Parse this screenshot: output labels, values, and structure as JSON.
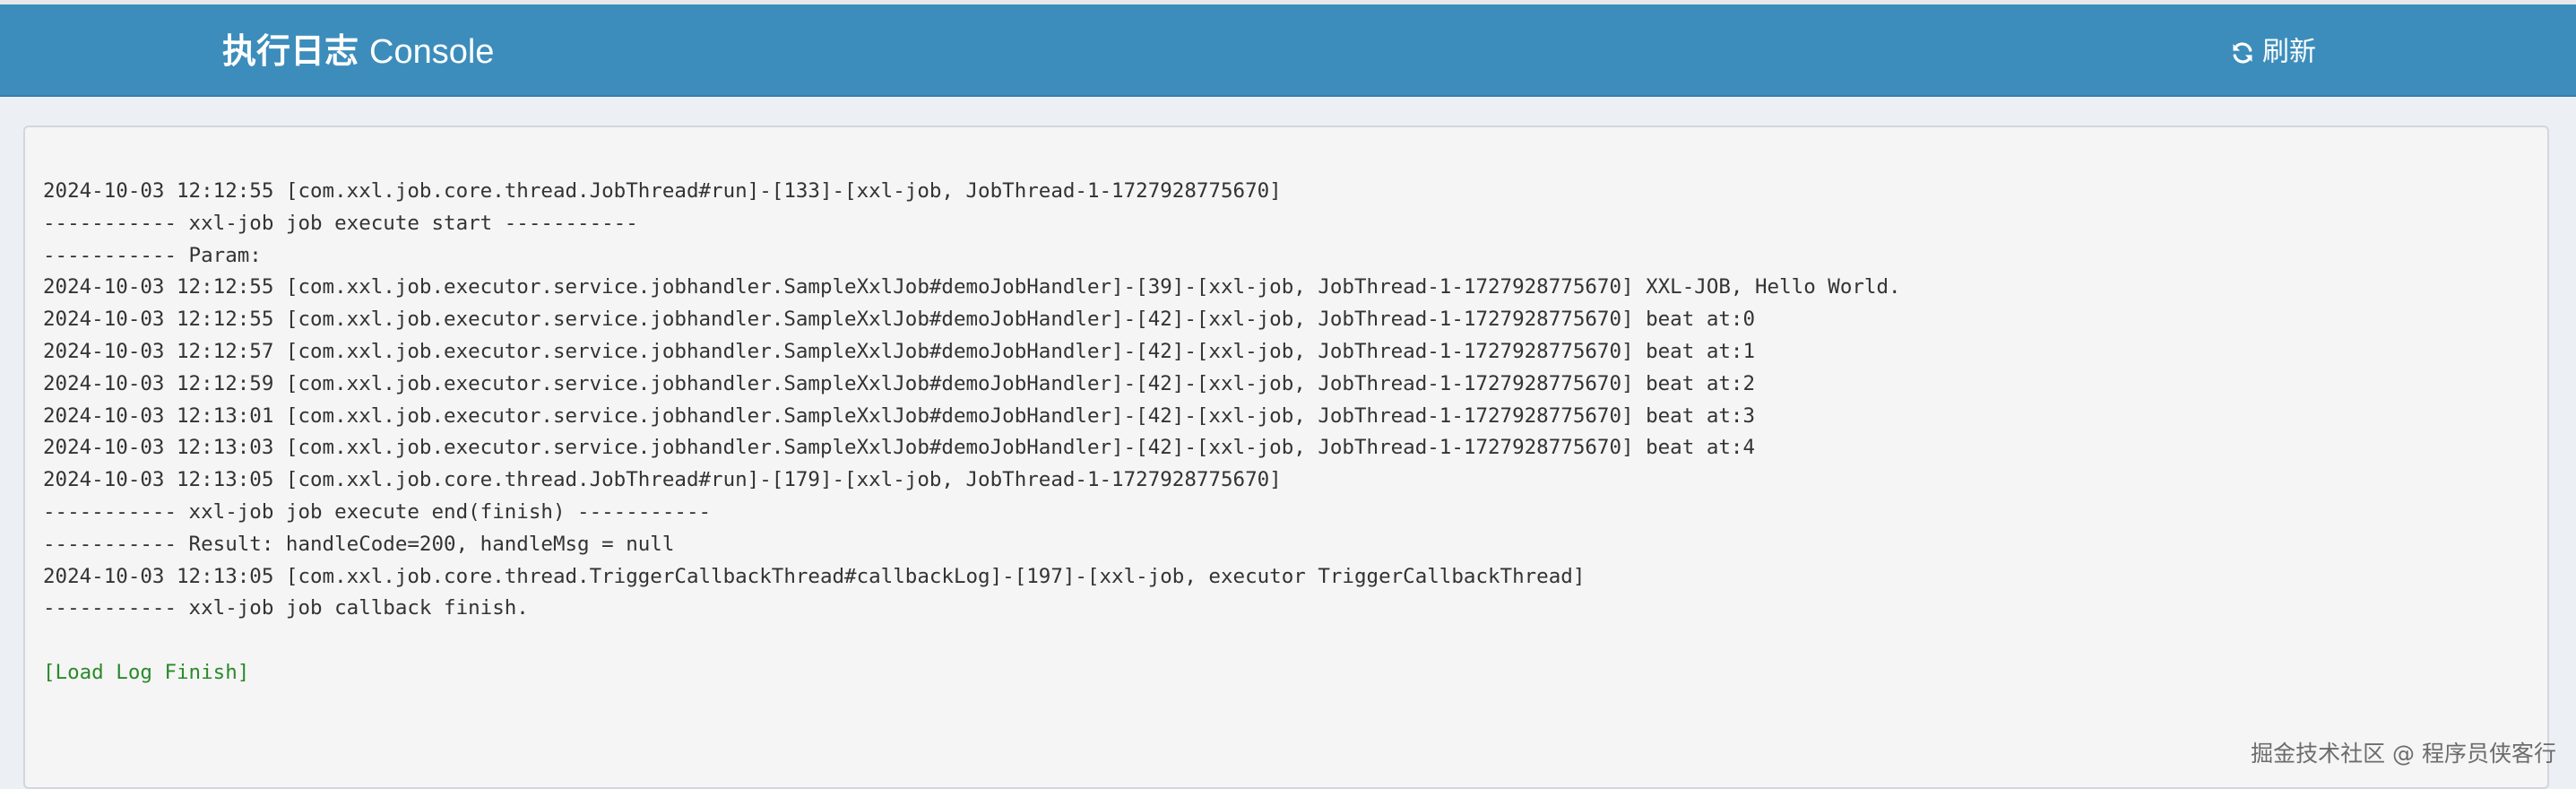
{
  "header": {
    "title_cn": "执行日志",
    "title_en": "Console",
    "refresh_label": "刷新",
    "refresh_icon": "refresh-icon",
    "bg_color": "#3c8dbc"
  },
  "log": {
    "lines": [
      "2024-10-03 12:12:55 [com.xxl.job.core.thread.JobThread#run]-[133]-[xxl-job, JobThread-1-1727928775670]",
      "----------- xxl-job job execute start -----------",
      "----------- Param:",
      "2024-10-03 12:12:55 [com.xxl.job.executor.service.jobhandler.SampleXxlJob#demoJobHandler]-[39]-[xxl-job, JobThread-1-1727928775670] XXL-JOB, Hello World.",
      "2024-10-03 12:12:55 [com.xxl.job.executor.service.jobhandler.SampleXxlJob#demoJobHandler]-[42]-[xxl-job, JobThread-1-1727928775670] beat at:0",
      "2024-10-03 12:12:57 [com.xxl.job.executor.service.jobhandler.SampleXxlJob#demoJobHandler]-[42]-[xxl-job, JobThread-1-1727928775670] beat at:1",
      "2024-10-03 12:12:59 [com.xxl.job.executor.service.jobhandler.SampleXxlJob#demoJobHandler]-[42]-[xxl-job, JobThread-1-1727928775670] beat at:2",
      "2024-10-03 12:13:01 [com.xxl.job.executor.service.jobhandler.SampleXxlJob#demoJobHandler]-[42]-[xxl-job, JobThread-1-1727928775670] beat at:3",
      "2024-10-03 12:13:03 [com.xxl.job.executor.service.jobhandler.SampleXxlJob#demoJobHandler]-[42]-[xxl-job, JobThread-1-1727928775670] beat at:4",
      "2024-10-03 12:13:05 [com.xxl.job.core.thread.JobThread#run]-[179]-[xxl-job, JobThread-1-1727928775670]",
      "----------- xxl-job job execute end(finish) -----------",
      "----------- Result: handleCode=200, handleMsg = null",
      "2024-10-03 12:13:05 [com.xxl.job.core.thread.TriggerCallbackThread#callbackLog]-[197]-[xxl-job, executor TriggerCallbackThread]",
      "----------- xxl-job job callback finish."
    ],
    "finish_message": "[Load Log Finish]",
    "finish_color": "#2a8a2a"
  },
  "watermark": "掘金技术社区 @ 程序员侠客行"
}
